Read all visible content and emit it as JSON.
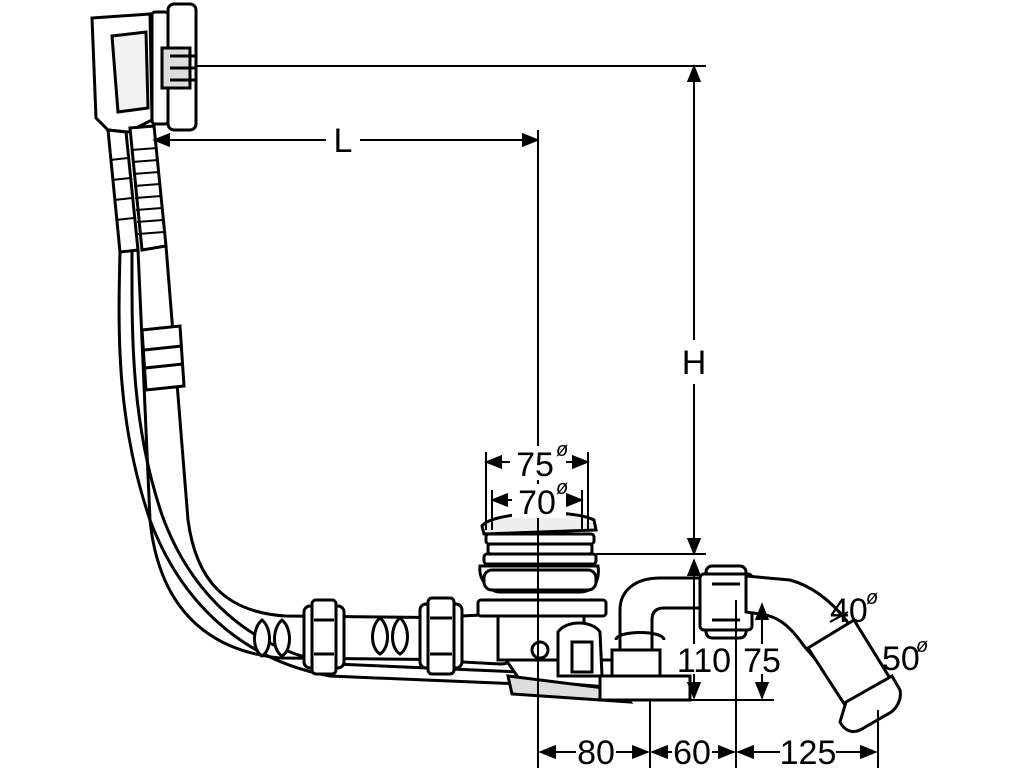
{
  "labels": {
    "L": "L",
    "H": "H",
    "d75": "75",
    "d70": "70",
    "d40": "40",
    "d50": "50",
    "h110": "110",
    "h75": "75",
    "w80": "80",
    "w60": "60",
    "w125": "125",
    "diameter_symbol": "ø"
  }
}
